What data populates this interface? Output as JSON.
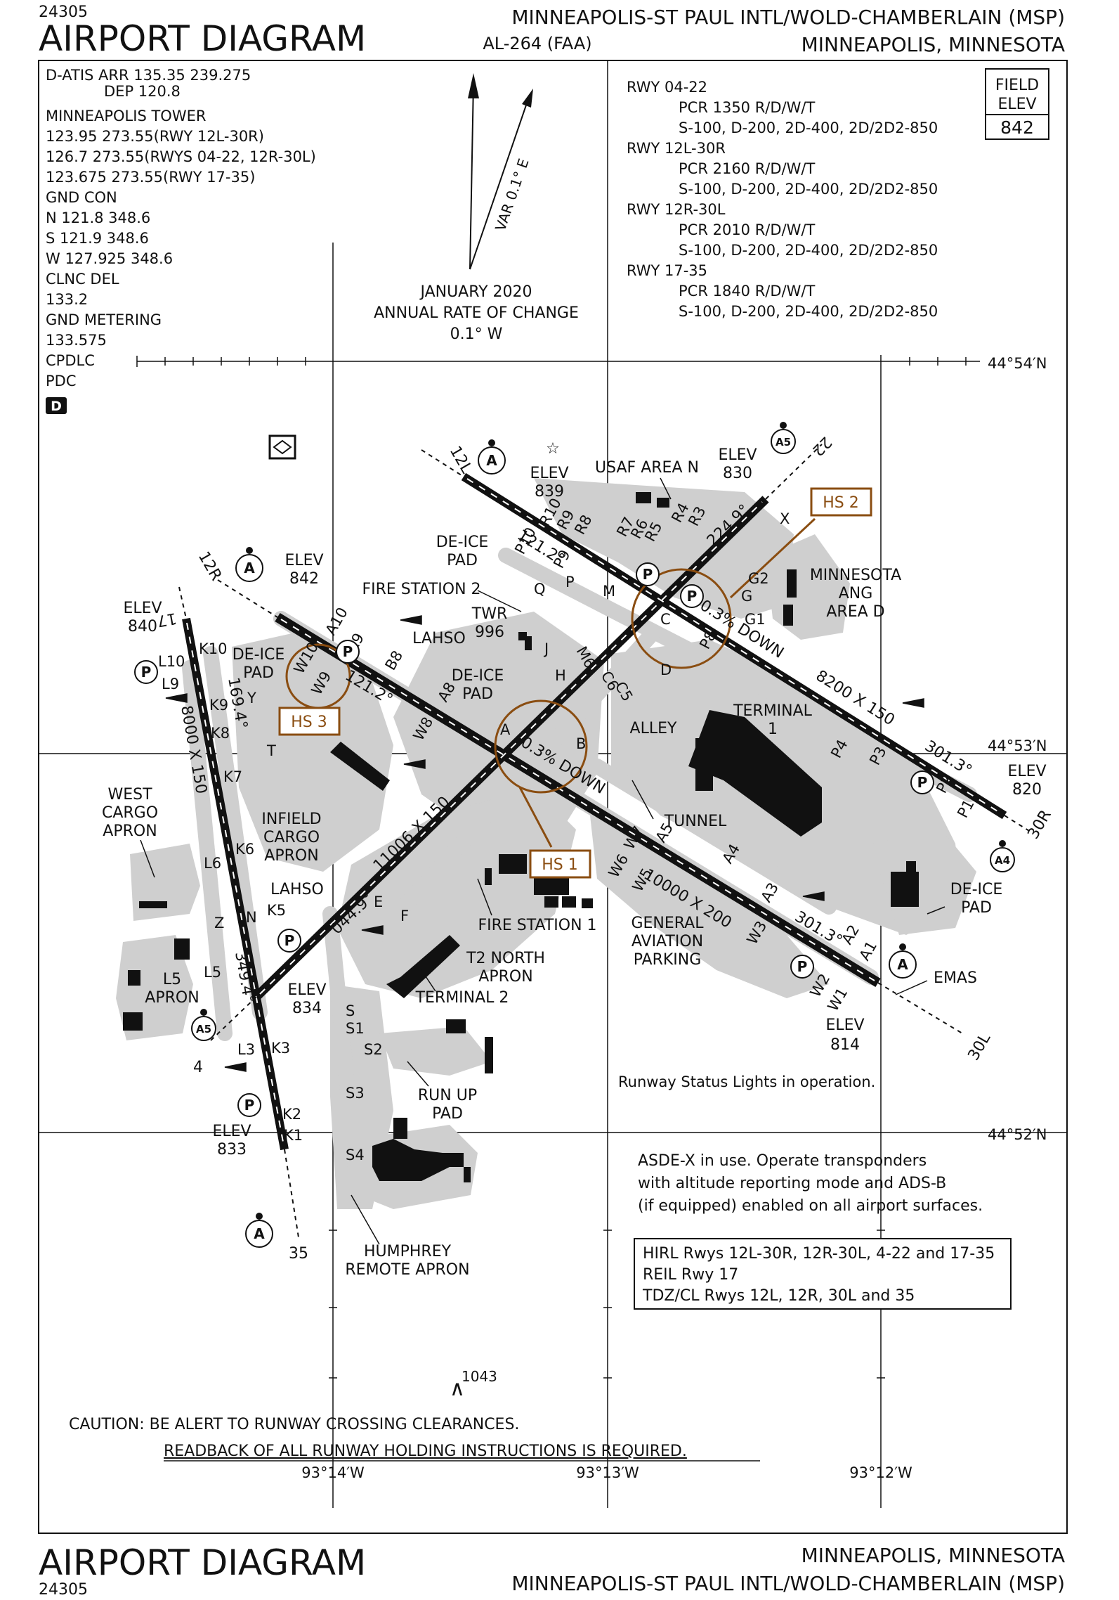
{
  "header": {
    "doc_number": "24305",
    "title": "AIRPORT DIAGRAM",
    "airport_name": "MINNEAPOLIS-ST PAUL INTL/WOLD-CHAMBERLAIN (MSP)",
    "chart_id": "AL-264 (FAA)",
    "city": "MINNEAPOLIS, MINNESOTA"
  },
  "footer": {
    "doc_number": "24305",
    "title": "AIRPORT DIAGRAM",
    "city": "MINNEAPOLIS, MINNESOTA",
    "airport_name": "MINNEAPOLIS-ST PAUL INTL/WOLD-CHAMBERLAIN (MSP)"
  },
  "frequencies": [
    "D-ATIS ARR 135.35  239.275",
    "DEP 120.8",
    "MINNEAPOLIS TOWER",
    "123.95  273.55(RWY 12L-30R)",
    "126.7  273.55(RWYS 04-22, 12R-30L)",
    "123.675  273.55(RWY 17-35)",
    "GND CON",
    "N 121.8   348.6",
    "S 121.9  348.6",
    "W 127.925  348.6",
    "CLNC DEL",
    "133.2",
    "GND METERING",
    "133.575",
    "CPDLC",
    "PDC"
  ],
  "d_badge": "D",
  "magnetic": {
    "var_label": "VAR 0.1° E",
    "date": "JANUARY 2020",
    "rate_label": "ANNUAL RATE OF CHANGE",
    "rate_value": "0.1° W"
  },
  "runway_strength": [
    {
      "rwy": "RWY 04-22",
      "pcr": "PCR 1350 R/D/W/T",
      "gear": "S-100, D-200, 2D-400, 2D/2D2-850"
    },
    {
      "rwy": "RWY 12L-30R",
      "pcr": "PCR 2160 R/D/W/T",
      "gear": "S-100, D-200, 2D-400, 2D/2D2-850"
    },
    {
      "rwy": "RWY 12R-30L",
      "pcr": "PCR 2010 R/D/W/T",
      "gear": "S-100, D-200, 2D-400, 2D/2D2-850"
    },
    {
      "rwy": "RWY 17-35",
      "pcr": "PCR 1840 R/D/W/T",
      "gear": "S-100, D-200, 2D-400, 2D/2D2-850"
    }
  ],
  "field_elev": {
    "line1": "FIELD",
    "line2": "ELEV",
    "value": "842"
  },
  "coords": {
    "lat_54": "44°54′N",
    "lat_53": "44°53′N",
    "lat_52": "44°52′N",
    "lon_14": "93°14′W",
    "lon_13": "93°13′W",
    "lon_12": "93°12′W"
  },
  "runways": {
    "r12l_30r_dims": "8200 X 150",
    "r12l_heading": "121.2°",
    "r30r_heading": "301.3°",
    "r12r_30l_dims": "10000 X 200",
    "r12r_heading": "121.2°",
    "r30l_heading": "301.3°",
    "r04_22_dims": "11006 X 150",
    "r04_heading": "044.9°",
    "r22_heading": "224.9°",
    "r17_35_dims": "8000 X 150",
    "r17_heading": "169.4°",
    "r35_heading": "349.4°",
    "slope_a": "0.3% DOWN",
    "slope_b": "0.3% DOWN",
    "end_12l": "12L",
    "end_30r": "30R",
    "end_12r": "12R",
    "end_30l": "30L",
    "end_22": "22",
    "end_4": "4",
    "end_17": "17",
    "end_35": "35"
  },
  "elevations": {
    "elev_word": "ELEV",
    "e839": "839",
    "e830": "830",
    "e842": "842",
    "e840": "840",
    "e820": "820",
    "e814": "814",
    "e834": "834",
    "e833": "833"
  },
  "labels": {
    "usaf": "USAF AREA N",
    "minn_ang_1": "MINNESOTA",
    "minn_ang_2": "ANG",
    "minn_ang_3": "AREA D",
    "deice_1": "DE-ICE",
    "deice_2": "PAD",
    "fire_station_2": "FIRE STATION 2",
    "twr": "TWR",
    "twr_elev": "996",
    "lahso": "LAHSO",
    "terminal_1": "TERMINAL",
    "terminal_1_num": "1",
    "alley": "ALLEY",
    "tunnel": "TUNNEL",
    "west_cargo_1": "WEST",
    "west_cargo_2": "CARGO",
    "west_cargo_3": "APRON",
    "infield_1": "INFIELD",
    "infield_2": "CARGO",
    "infield_3": "APRON",
    "fire_station_1": "FIRE STATION 1",
    "t2_north_1": "T2 NORTH",
    "t2_north_2": "APRON",
    "terminal_2": "TERMINAL 2",
    "ga_1": "GENERAL",
    "ga_2": "AVIATION",
    "ga_3": "PARKING",
    "l5_apron_1": "L5",
    "l5_apron_2": "APRON",
    "run_up_1": "RUN UP",
    "run_up_2": "PAD",
    "humphrey_1": "HUMPHREY",
    "humphrey_2": "REMOTE APRON",
    "emas": "EMAS",
    "status_lights": "Runway Status Lights in operation.",
    "obstacle": "1043"
  },
  "hotspots": [
    "HS 1",
    "HS 2",
    "HS 3"
  ],
  "notes": {
    "asde_1": "ASDE-X in use. Operate transponders",
    "asde_2": "with altitude reporting mode and ADS-B",
    "asde_3": "(if equipped) enabled on all airport surfaces.",
    "lights_1": "HIRL Rwys 12L-30R, 12R-30L, 4-22 and 17-35",
    "lights_2": "REIL Rwy 17",
    "lights_3": "TDZ/CL Rwys 12L, 12R, 30L and 35",
    "caution_1": "CAUTION: BE ALERT TO RUNWAY CROSSING CLEARANCES.",
    "caution_2": "READBACK OF ALL RUNWAY HOLDING INSTRUCTIONS IS REQUIRED."
  },
  "taxiway_labels": [
    "R10",
    "R9",
    "R8",
    "R7",
    "R6",
    "R5",
    "R4",
    "R3",
    "P10",
    "P9",
    "P8",
    "P4",
    "P3",
    "P2",
    "P1",
    "Q",
    "P",
    "M",
    "G",
    "G2",
    "G1",
    "C",
    "D",
    "X",
    "A",
    "B",
    "H",
    "J",
    "M6",
    "C6",
    "C5",
    "W10",
    "W9",
    "W8",
    "W7",
    "W6",
    "W5",
    "W3",
    "W2",
    "W1",
    "A10",
    "A9",
    "A8",
    "A5",
    "A4",
    "A3",
    "A2",
    "A1",
    "B8",
    "K10",
    "L10",
    "L9",
    "K9",
    "K8",
    "K7",
    "K6",
    "K5",
    "K3",
    "K2",
    "K1",
    "L6",
    "L5",
    "L3",
    "Z",
    "N",
    "S",
    "S1",
    "S2",
    "S3",
    "S4",
    "T",
    "Y",
    "E",
    "F"
  ],
  "symbols": {
    "approach": "A",
    "parking": "P",
    "approach_5": "A5",
    "approach_4": "A4"
  },
  "colors": {
    "ink": "#111111",
    "pavement": "#cfcfcf",
    "building": "#111111",
    "hotspot": "#8a4d11",
    "background": "#ffffff"
  }
}
